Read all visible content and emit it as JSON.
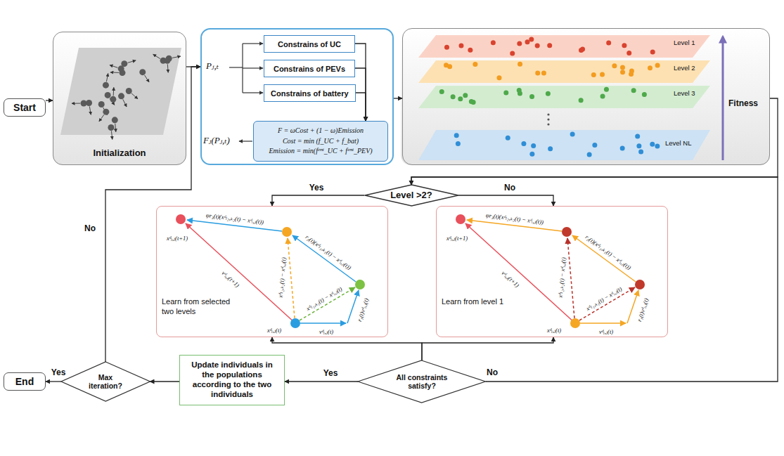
{
  "diagram": {
    "nodes": [
      {
        "text": [
          "Start"
        ]
      },
      {
        "text": [
          "Initialization"
        ]
      },
      {
        "text": [
          "Pⱼ,ₜ",
          "Fⱼ(Pⱼ,ₜ)"
        ]
      },
      {
        "text": [
          "Constrains of UC"
        ],
        "in": 2
      },
      {
        "text": [
          "Constrains of PEVs"
        ],
        "in": 2
      },
      {
        "text": [
          "Constrains of battery"
        ],
        "in": 2
      },
      {
        "text": [
          "F = ωCost + (1 − ω)Emission",
          "Cost = min (f_UC + f_bat)",
          "Emission = min(fᵉᵐⁱ_UC + fᵉᵐⁱ_PEV)"
        ],
        "in": 2
      },
      {
        "text": [
          "Level 1",
          "Level 2",
          "Level 3",
          "Level NL",
          "Fitness"
        ]
      },
      {
        "text": [
          "Level >2?"
        ]
      },
      {
        "text": [
          "Learn from selected two levels"
        ]
      },
      {
        "text": [
          "Learn from level 1"
        ]
      },
      {
        "text": [
          "All constraints satisfy?"
        ]
      },
      {
        "text": [
          "Update individuals in the populations according to the two individuals"
        ]
      },
      {
        "text": [
          "Max iteration?"
        ]
      },
      {
        "text": [
          "End"
        ]
      }
    ],
    "edges": [
      {
        "from": 0,
        "to": 1,
        "arrow": "to"
      },
      {
        "from": 1,
        "to": 2,
        "arrow": "to"
      },
      {
        "from": 13,
        "to": 2,
        "arrow": "to",
        "label": "No"
      },
      {
        "from": 3,
        "to": 6,
        "arrow": "to"
      },
      {
        "from": 4,
        "to": 6,
        "arrow": "to"
      },
      {
        "from": 5,
        "to": 6,
        "arrow": "to"
      },
      {
        "from": 2,
        "to": 7,
        "arrow": "to"
      },
      {
        "from": 7,
        "to": 8,
        "arrow": "to"
      },
      {
        "from": 8,
        "to": 9,
        "arrow": "to",
        "label": "Yes"
      },
      {
        "from": 8,
        "to": 10,
        "arrow": "to",
        "label": "No"
      },
      {
        "from": 11,
        "to": 9,
        "arrow": "to"
      },
      {
        "from": 11,
        "to": 10,
        "arrow": "to"
      },
      {
        "from": 11,
        "to": 8,
        "arrow": "to",
        "label": "No"
      },
      {
        "from": 11,
        "to": 12,
        "arrow": "to",
        "label": "Yes"
      },
      {
        "from": 12,
        "to": 13,
        "arrow": "to"
      },
      {
        "from": 13,
        "to": 14,
        "arrow": "to",
        "label": "Yes"
      }
    ],
    "labels": [
      "xᵈᵢ,ⱼ(t+1)",
      "φr₃(t)(xᵈₗ₂,ₖ₂(t) − xᵈᵢ,ⱼ(t))",
      "vᵈᵢ,ⱼ(t+1)",
      "xᵈₗ₂,ₖ₂(t) − xᵈᵢ,ⱼ(t)",
      "r₂(t)(xᵈₗ₁,ₖ₁(t) − xᵈᵢ,ⱼ(t))",
      "xᵈₗ₁,ₖ₁(t) − xᵈᵢ,ⱼ(t)",
      "xᵈᵢ,ⱼ(t)",
      "vᵈᵢ,ⱼ(t)",
      "r₁(t)vᵈᵢ,ⱼ(t)",
      "xᵈᵢ,ⱼ(t+1)",
      "φr₃(t)(xᵈₗ₂,ₖ₂(t) − xᵈᵢ,ⱼ(t))",
      "vᵈᵢ,ⱼ(t+1)",
      "xᵈₗ₂,ₖ₂(t) − xᵈᵢ,ⱼ(t)",
      "r₂(t)(xᵈₗ₁,ₖ₁(t) − xᵈᵢ,ⱼ(t))",
      "xᵈₗ₁,ₖ₁(t) − xᵈᵢ,ⱼ(t)",
      "xᵈᵢ,ⱼ(t)",
      "vᵈᵢ,ⱼ(t)",
      "r₁(t)vᵈᵢ,ⱼ(t)"
    ]
  }
}
